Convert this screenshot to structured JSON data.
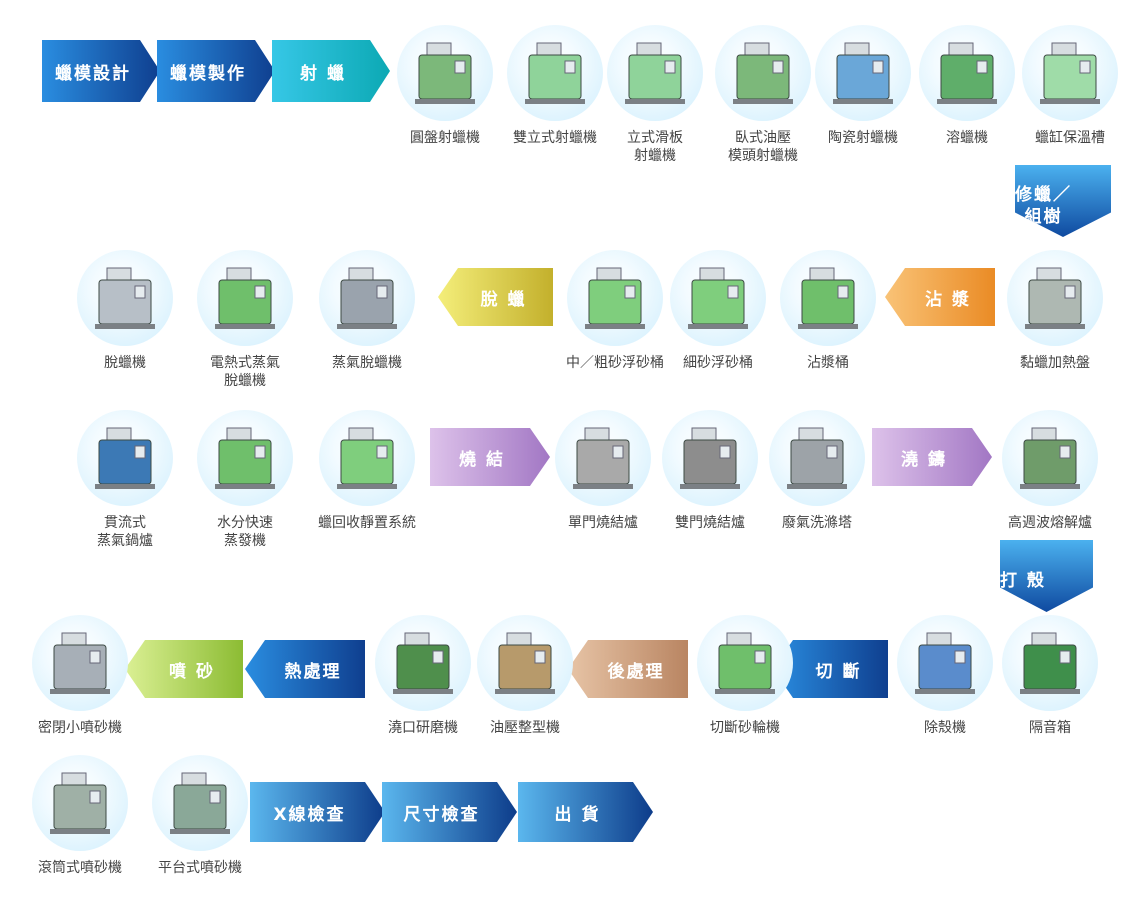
{
  "arrows": [
    {
      "id": "a1",
      "label": "蠟模設計",
      "dir": "right",
      "color": "blue"
    },
    {
      "id": "a2",
      "label": "蠟模製作",
      "dir": "right",
      "color": "blue"
    },
    {
      "id": "a3",
      "label": "射 蠟",
      "dir": "right",
      "color": "cyan"
    },
    {
      "id": "a4",
      "label": "修蠟／\n組樹",
      "dir": "down",
      "color": "blue-v"
    },
    {
      "id": "a5",
      "label": "沾 漿",
      "dir": "left",
      "color": "orange"
    },
    {
      "id": "a6",
      "label": "脫 蠟",
      "dir": "left",
      "color": "yellow"
    },
    {
      "id": "a7",
      "label": "燒 結",
      "dir": "right",
      "color": "purple"
    },
    {
      "id": "a8",
      "label": "澆 鑄",
      "dir": "right",
      "color": "purple"
    },
    {
      "id": "a9",
      "label": "打 殼",
      "dir": "down",
      "color": "blue-v"
    },
    {
      "id": "a10",
      "label": "切 斷",
      "dir": "left",
      "color": "blue"
    },
    {
      "id": "a11",
      "label": "後處理",
      "dir": "left",
      "color": "brown"
    },
    {
      "id": "a12",
      "label": "熱處理",
      "dir": "left",
      "color": "blue"
    },
    {
      "id": "a13",
      "label": "噴 砂",
      "dir": "left",
      "color": "green"
    },
    {
      "id": "a14",
      "label": "X線檢查",
      "dir": "right",
      "color": "lblue"
    },
    {
      "id": "a15",
      "label": "尺寸檢查",
      "dir": "right",
      "color": "lblue"
    },
    {
      "id": "a16",
      "label": "出 貨",
      "dir": "right",
      "color": "lblue"
    }
  ],
  "machines": [
    {
      "id": "m1",
      "label": "圓盤射蠟機",
      "icon": "rotary-wax-injector-icon",
      "color": "#7cb87a"
    },
    {
      "id": "m2",
      "label": "雙立式射蠟機",
      "icon": "dual-vertical-wax-injector-icon",
      "color": "#8fd39a"
    },
    {
      "id": "m3",
      "label": "立式滑板\n射蠟機",
      "icon": "vertical-slide-wax-injector-icon",
      "color": "#8fd39a"
    },
    {
      "id": "m4",
      "label": "臥式油壓\n模頭射蠟機",
      "icon": "horizontal-hydraulic-wax-injector-icon",
      "color": "#7cb87a"
    },
    {
      "id": "m5",
      "label": "陶瓷射蠟機",
      "icon": "ceramic-wax-injector-icon",
      "color": "#6aa7d8"
    },
    {
      "id": "m6",
      "label": "溶蠟機",
      "icon": "wax-melter-icon",
      "color": "#5fae6a"
    },
    {
      "id": "m7",
      "label": "蠟缸保溫槽",
      "icon": "wax-tank-insulator-icon",
      "color": "#9fdca8"
    },
    {
      "id": "m8",
      "label": "黏蠟加熱盤",
      "icon": "sticky-wax-heating-plate-icon",
      "color": "#aeb8b2"
    },
    {
      "id": "m9",
      "label": "沾漿桶",
      "icon": "slurry-tank-icon",
      "color": "#6fbf6b"
    },
    {
      "id": "m10",
      "label": "細砂浮砂桶",
      "icon": "fine-sand-fluid-bed-icon",
      "color": "#7fce7d"
    },
    {
      "id": "m11",
      "label": "中／粗砂浮砂桶",
      "icon": "coarse-sand-fluid-bed-icon",
      "color": "#7fce7d"
    },
    {
      "id": "m12",
      "label": "蒸氣脫蠟機",
      "icon": "steam-dewax-machine-icon",
      "color": "#9aa3ad"
    },
    {
      "id": "m13",
      "label": "電熱式蒸氣\n脫蠟機",
      "icon": "electric-steam-dewax-icon",
      "color": "#6fbf6b"
    },
    {
      "id": "m14",
      "label": "脫蠟機",
      "icon": "dewax-machine-icon",
      "color": "#b7bfc7"
    },
    {
      "id": "m15",
      "label": "貫流式\n蒸氣鍋爐",
      "icon": "once-through-boiler-icon",
      "color": "#3c79b5"
    },
    {
      "id": "m16",
      "label": "水分快速\n蒸發機",
      "icon": "fast-evaporator-icon",
      "color": "#6fbf6b"
    },
    {
      "id": "m17",
      "label": "蠟回收靜置系統",
      "icon": "wax-recovery-system-icon",
      "color": "#7fce7d"
    },
    {
      "id": "m18",
      "label": "單門燒結爐",
      "icon": "single-door-kiln-icon",
      "color": "#a9a9a9"
    },
    {
      "id": "m19",
      "label": "雙門燒結爐",
      "icon": "double-door-kiln-icon",
      "color": "#8d8d8d"
    },
    {
      "id": "m20",
      "label": "廢氣洗滌塔",
      "icon": "gas-scrubber-tower-icon",
      "color": "#9da3a8"
    },
    {
      "id": "m21",
      "label": "高週波熔解爐",
      "icon": "induction-furnace-icon",
      "color": "#6f9c6a"
    },
    {
      "id": "m22",
      "label": "隔音箱",
      "icon": "soundproof-box-icon",
      "color": "#3f8f4b"
    },
    {
      "id": "m23",
      "label": "除殼機",
      "icon": "knockout-machine-icon",
      "color": "#5a8ccc"
    },
    {
      "id": "m24",
      "label": "切斷砂輪機",
      "icon": "abrasive-cutoff-icon",
      "color": "#6fbf6b"
    },
    {
      "id": "m25",
      "label": "油壓整型機",
      "icon": "hydraulic-press-icon",
      "color": "#b79a6b"
    },
    {
      "id": "m26",
      "label": "澆口研磨機",
      "icon": "gate-grinder-icon",
      "color": "#4f8f4c"
    },
    {
      "id": "m27",
      "label": "密閉小噴砂機",
      "icon": "sandblast-cabinet-icon",
      "color": "#a7afb7"
    },
    {
      "id": "m28",
      "label": "滾筒式噴砂機",
      "icon": "drum-sandblaster-icon",
      "color": "#9fb0a6"
    },
    {
      "id": "m29",
      "label": "平台式噴砂機",
      "icon": "platform-sandblaster-icon",
      "color": "#8aa898"
    }
  ]
}
